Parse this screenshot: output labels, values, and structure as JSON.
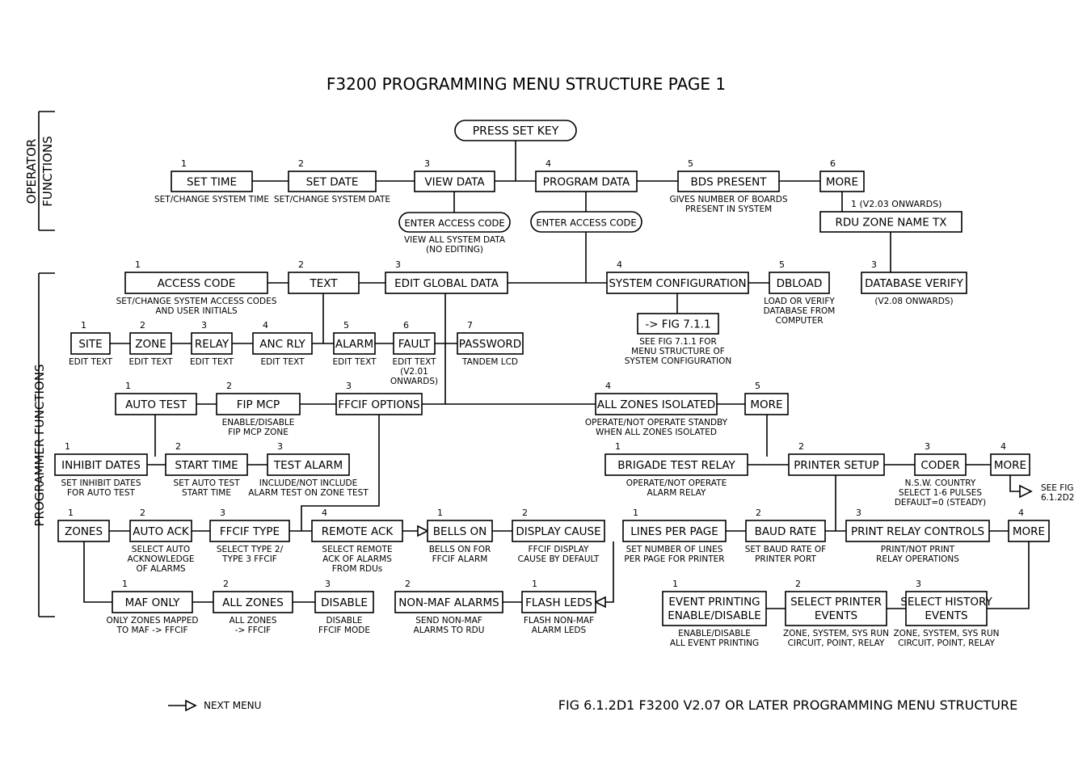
{
  "title": "F3200 PROGRAMMING MENU STRUCTURE PAGE 1",
  "caption": "FIG 6.1.2D1 F3200 V2.07 OR LATER PROGRAMMING MENU STRUCTURE",
  "legend": {
    "next_menu": "NEXT MENU"
  },
  "side_labels": {
    "operator_line1": "OPERATOR",
    "operator_line2": "FUNCTIONS",
    "programmer": "PROGRAMMER FUNCTIONS"
  },
  "nodes": {
    "press_set_key": {
      "label": "PRESS SET KEY"
    },
    "set_time": {
      "num": "1",
      "label": "SET TIME",
      "note1": "SET/CHANGE SYSTEM TIME"
    },
    "set_date": {
      "num": "2",
      "label": "SET DATE",
      "note1": "SET/CHANGE SYSTEM DATE"
    },
    "view_data": {
      "num": "3",
      "label": "VIEW DATA"
    },
    "enter_code_view": {
      "label": "ENTER ACCESS CODE",
      "note1": "VIEW ALL SYSTEM DATA",
      "note2": "(NO EDITING)"
    },
    "program_data": {
      "num": "4",
      "label": "PROGRAM DATA"
    },
    "enter_code_program": {
      "label": "ENTER ACCESS CODE"
    },
    "bds_present": {
      "num": "5",
      "label": "BDS PRESENT",
      "note1": "GIVES NUMBER OF BOARDS",
      "note2": "PRESENT IN SYSTEM"
    },
    "more_op": {
      "num": "6",
      "label": "MORE"
    },
    "rdu_zone_name": {
      "num": "1 (V2.03 ONWARDS)",
      "label": "RDU ZONE NAME TX"
    },
    "database_verify": {
      "num": "3",
      "label": "DATABASE VERIFY",
      "note1": "(V2.08 ONWARDS)"
    },
    "access_code": {
      "num": "1",
      "label": "ACCESS CODE",
      "note1": "SET/CHANGE SYSTEM ACCESS CODES",
      "note2": "AND USER INITIALS"
    },
    "text": {
      "num": "2",
      "label": "TEXT"
    },
    "edit_global": {
      "num": "3",
      "label": "EDIT GLOBAL DATA"
    },
    "system_config": {
      "num": "4",
      "label": "SYSTEM CONFIGURATION"
    },
    "dbload": {
      "num": "5",
      "label": "DBLOAD",
      "note1": "LOAD OR VERIFY",
      "note2": "DATABASE FROM",
      "note3": "COMPUTER"
    },
    "fig711": {
      "label": "-> FIG 7.1.1",
      "note1": "SEE FIG 7.1.1 FOR",
      "note2": "MENU STRUCTURE OF",
      "note3": "SYSTEM CONFIGURATION"
    },
    "site": {
      "num": "1",
      "label": "SITE",
      "note1": "EDIT TEXT"
    },
    "zone": {
      "num": "2",
      "label": "ZONE",
      "note1": "EDIT TEXT"
    },
    "relay": {
      "num": "3",
      "label": "RELAY",
      "note1": "EDIT TEXT"
    },
    "anc_rly": {
      "num": "4",
      "label": "ANC RLY",
      "note1": "EDIT TEXT"
    },
    "alarm": {
      "num": "5",
      "label": "ALARM",
      "note1": "EDIT TEXT"
    },
    "fault": {
      "num": "6",
      "label": "FAULT",
      "note1": "EDIT TEXT",
      "note2": "(V2.01",
      "note3": "ONWARDS)"
    },
    "password": {
      "num": "7",
      "label": "PASSWORD",
      "note1": "TANDEM LCD"
    },
    "auto_test": {
      "num": "1",
      "label": "AUTO TEST"
    },
    "fip_mcp": {
      "num": "2",
      "label": "FIP MCP",
      "note1": "ENABLE/DISABLE",
      "note2": "FIP MCP ZONE"
    },
    "ffcif_options": {
      "num": "3",
      "label": "FFCIF OPTIONS"
    },
    "all_zones_isolated": {
      "num": "4",
      "label": "ALL ZONES ISOLATED",
      "note1": "OPERATE/NOT OPERATE STANDBY",
      "note2": "WHEN ALL ZONES ISOLATED"
    },
    "more_prog": {
      "num": "5",
      "label": "MORE"
    },
    "inhibit_dates": {
      "num": "1",
      "label": "INHIBIT DATES",
      "note1": "SET INHIBIT DATES",
      "note2": "FOR AUTO TEST"
    },
    "start_time": {
      "num": "2",
      "label": "START TIME",
      "note1": "SET AUTO TEST",
      "note2": "START TIME"
    },
    "test_alarm": {
      "num": "3",
      "label": "TEST ALARM",
      "note1": "INCLUDE/NOT INCLUDE",
      "note2": "ALARM TEST ON ZONE TEST"
    },
    "brigade_test_relay": {
      "num": "1",
      "label": "BRIGADE TEST RELAY",
      "note1": "OPERATE/NOT OPERATE",
      "note2": "ALARM RELAY"
    },
    "printer_setup": {
      "num": "2",
      "label": "PRINTER SETUP"
    },
    "coder": {
      "num": "3",
      "label": "CODER",
      "note1": "N.S.W. COUNTRY",
      "note2": "SELECT 1-6 PULSES",
      "note3": "DEFAULT=0 (STEADY)"
    },
    "more_coder": {
      "num": "4",
      "label": "MORE",
      "note1": "SEE FIG",
      "note2": "6.1.2D2"
    },
    "zones": {
      "num": "1",
      "label": "ZONES"
    },
    "auto_ack": {
      "num": "2",
      "label": "AUTO ACK",
      "note1": "SELECT AUTO",
      "note2": "ACKNOWLEDGE",
      "note3": "OF ALARMS"
    },
    "ffcif_type": {
      "num": "3",
      "label": "FFCIF TYPE",
      "note1": "SELECT TYPE 2/",
      "note2": "TYPE 3 FFCIF"
    },
    "remote_ack": {
      "num": "4",
      "label": "REMOTE ACK",
      "note1": "SELECT REMOTE",
      "note2": "ACK OF ALARMS",
      "note3": "FROM RDUs"
    },
    "bells_on": {
      "num": "1",
      "label": "BELLS ON",
      "note1": "BELLS ON FOR",
      "note2": "FFCIF ALARM"
    },
    "display_cause": {
      "num": "2",
      "label": "DISPLAY CAUSE",
      "note1": "FFCIF DISPLAY",
      "note2": "CAUSE BY DEFAULT"
    },
    "lines_per_page": {
      "num": "1",
      "label": "LINES PER PAGE",
      "note1": "SET NUMBER OF LINES",
      "note2": "PER PAGE FOR PRINTER"
    },
    "baud_rate": {
      "num": "2",
      "label": "BAUD RATE",
      "note1": "SET BAUD RATE OF",
      "note2": "PRINTER PORT"
    },
    "print_relay_controls": {
      "num": "3",
      "label": "PRINT RELAY CONTROLS",
      "note1": "PRINT/NOT PRINT",
      "note2": "RELAY OPERATIONS"
    },
    "more_print": {
      "num": "4",
      "label": "MORE"
    },
    "maf_only": {
      "num": "1",
      "label": "MAF ONLY",
      "note1": "ONLY ZONES MAPPED",
      "note2": "TO MAF -> FFCIF"
    },
    "all_zones": {
      "num": "2",
      "label": "ALL ZONES",
      "note1": "ALL ZONES",
      "note2": "-> FFCIF"
    },
    "disable": {
      "num": "3",
      "label": "DISABLE",
      "note1": "DISABLE",
      "note2": "FFCIF MODE"
    },
    "non_maf_alarms": {
      "num": "2",
      "label": "NON-MAF ALARMS",
      "note1": "SEND NON-MAF",
      "note2": "ALARMS TO RDU"
    },
    "flash_leds": {
      "num": "1",
      "label": "FLASH LEDS",
      "note1": "FLASH NON-MAF",
      "note2": "ALARM LEDS"
    },
    "event_printing": {
      "num": "1",
      "label": "EVENT PRINTING",
      "label2": "ENABLE/DISABLE",
      "note1": "ENABLE/DISABLE",
      "note2": "ALL EVENT PRINTING"
    },
    "select_printer_events": {
      "num": "2",
      "label": "SELECT PRINTER",
      "label2": "EVENTS",
      "note1": "ZONE, SYSTEM, SYS RUN",
      "note2": "CIRCUIT, POINT, RELAY"
    },
    "select_history_events": {
      "num": "3",
      "label": "SELECT HISTORY",
      "label2": "EVENTS",
      "note1": "ZONE, SYSTEM, SYS RUN",
      "note2": "CIRCUIT, POINT, RELAY"
    }
  }
}
